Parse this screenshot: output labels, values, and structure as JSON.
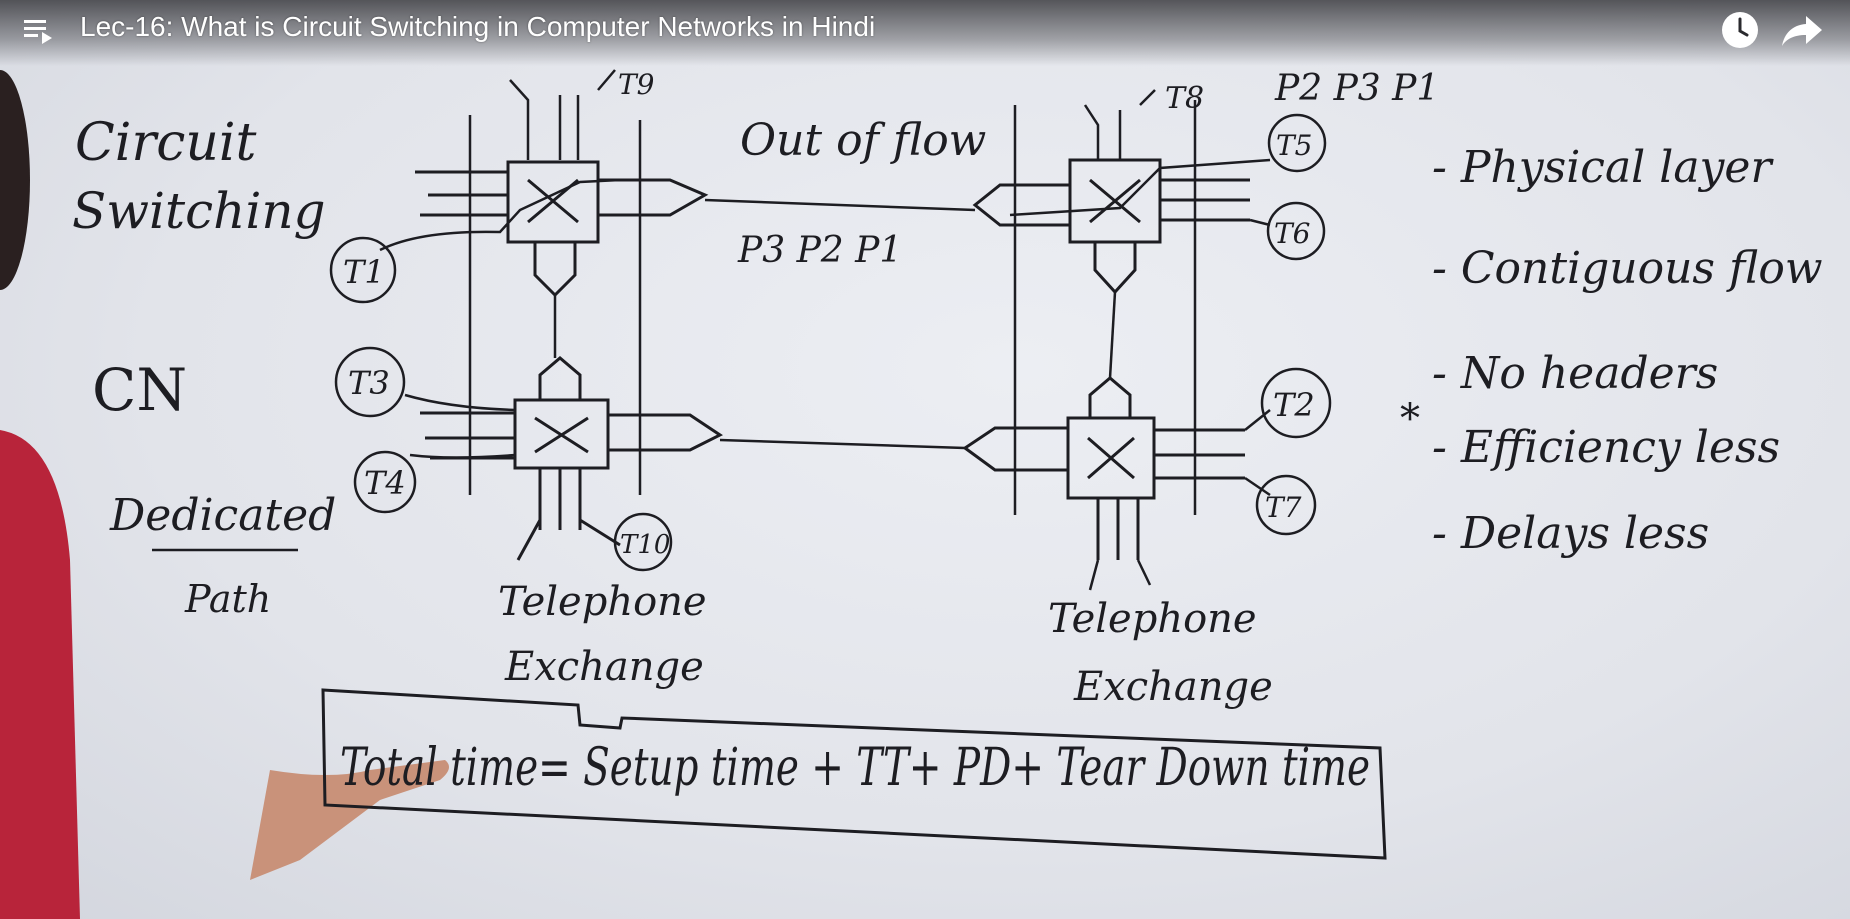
{
  "player": {
    "title": "Lec-16: What is Circuit Switching in Computer Networks in Hindi",
    "controls": {
      "playlist_icon": "playlist-icon",
      "watch_later_icon": "clock-icon",
      "share_icon": "share-arrow-icon"
    }
  },
  "whiteboard": {
    "left_notes": {
      "heading_line1": "Circuit",
      "heading_line2": "Switching",
      "cn": "CN",
      "dedicated_line1": "Dedicated",
      "dedicated_line2": "Path"
    },
    "terminals": {
      "t1": "T1",
      "t3": "T3",
      "t4": "T4",
      "t10": "T10",
      "t9": "T9",
      "t8": "T8",
      "t5": "T5",
      "t6": "T6",
      "t2": "T2",
      "t7": "T7"
    },
    "out_of_flow": "Out of flow",
    "packets_mid": "P3 P2 P1",
    "packets_top": "P2 P3 P1",
    "exchange_left_line1": "Telephone",
    "exchange_left_line2": "Exchange",
    "exchange_right_line1": "Telephone",
    "exchange_right_line2": "Exchange",
    "properties": [
      "- Physical layer",
      "- Contiguous flow",
      "- No headers",
      "- Efficiency less",
      "- Delays less"
    ],
    "star_mark": "*",
    "formula": "Total time= Setup time + TT+ PD+ Tear Down time"
  }
}
